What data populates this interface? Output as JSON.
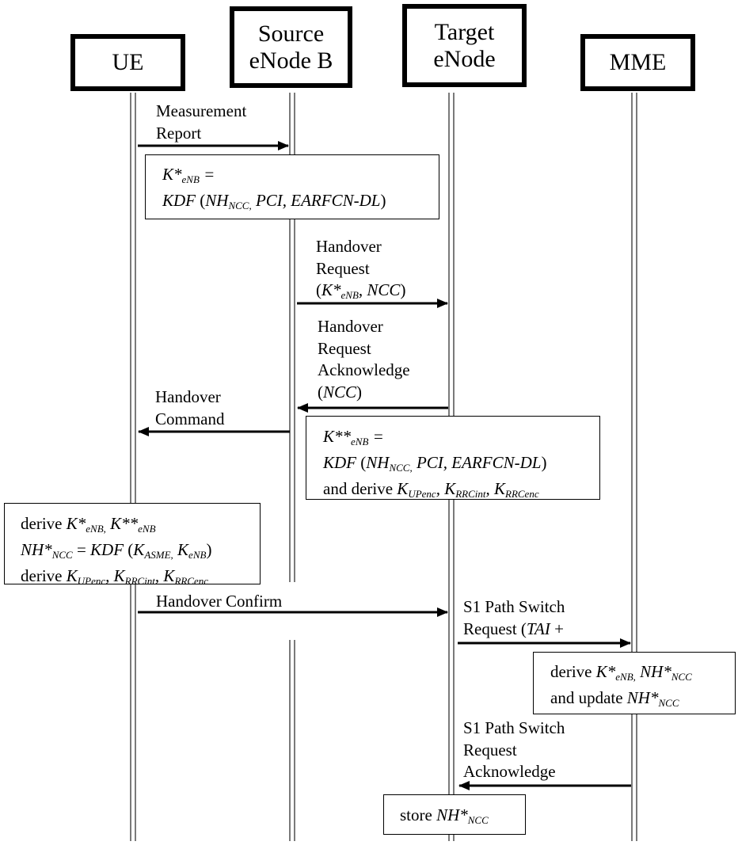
{
  "entities": {
    "ue": "UE",
    "source": "Source\neNode B",
    "target": "Target\neNode",
    "mme": "MME"
  },
  "messages": {
    "measurement": [
      "Measurement",
      "Report"
    ],
    "handover_request": [
      "Handover",
      "Request"
    ],
    "handover_request_params": {
      "open": "(",
      "k": "K*",
      "k_sub": "eNB",
      "sep": ", ",
      "ncc": "NCC",
      "close": ")"
    },
    "handover_ack": [
      "Handover",
      "Request",
      "Acknowledge"
    ],
    "handover_ack_params": {
      "open": "(",
      "ncc": "NCC",
      "close": ")"
    },
    "handover_command": [
      "Handover",
      "Command"
    ],
    "handover_confirm": "Handover Confirm",
    "path_switch": [
      "S1 Path Switch",
      "Request ("
    ],
    "path_switch_tai": "TAI",
    "path_switch_plus": " +",
    "path_switch_ack": [
      "S1 Path Switch",
      "Request",
      "Acknowledge"
    ]
  },
  "boxes": {
    "source_kdf": {
      "l1_k": "K*",
      "l1_sub": "eNB",
      "l1_eq": " =",
      "l2_kdf": "KDF",
      "l2_open": " (",
      "l2_nh": "NH",
      "l2_nh_sub": "NCC,",
      "l2_rest": " PCI, EARFCN-DL",
      "l2_close": ")"
    },
    "target_kdf": {
      "l1_k": "K**",
      "l1_sub": "eNB",
      "l1_eq": " =",
      "l2_kdf": "KDF",
      "l2_open": " (",
      "l2_nh": "NH",
      "l2_nh_sub": "NCC,",
      "l2_rest": " PCI, EARFCN-DL",
      "l2_close": ")",
      "l3_text": "and derive ",
      "l3_k1": "K",
      "l3_k1_sub": "UPenc",
      "l3_sep1": ", ",
      "l3_k2": "K",
      "l3_k2_sub": "RRCint",
      "l3_sep2": ", ",
      "l3_k3": "K",
      "l3_k3_sub": "RRCenc"
    },
    "ue_derive": {
      "l1_text": "derive ",
      "l1_k1": "K*",
      "l1_k1_sub": "eNB,",
      "l1_sp": " ",
      "l1_k2": "K**",
      "l1_k2_sub": "eNB",
      "l2_nh": "NH*",
      "l2_nh_sub": "NCC",
      "l2_eq": " = ",
      "l2_kdf": "KDF",
      "l2_open": " (",
      "l2_k1": "K",
      "l2_k1_sub": "ASME,",
      "l2_sp": " ",
      "l2_k2": "K",
      "l2_k2_sub": "eNB",
      "l2_close": ")",
      "l3_text": "derive ",
      "l3_k1": "K",
      "l3_k1_sub": "UPenc",
      "l3_sep1": ", ",
      "l3_k2": "K",
      "l3_k2_sub": "RRCint",
      "l3_sep2": ", ",
      "l3_k3": "K",
      "l3_k3_sub": "RRCenc"
    },
    "mme_derive": {
      "l1_text": "derive ",
      "l1_k": "K*",
      "l1_k_sub": "eNB,",
      "l1_sp": " ",
      "l1_nh": "NH*",
      "l1_nh_sub": "NCC",
      "l2_text": "and update ",
      "l2_nh": "NH*",
      "l2_nh_sub": "NCC"
    },
    "store": {
      "text": "store ",
      "nh": "NH*",
      "nh_sub": "NCC"
    }
  }
}
